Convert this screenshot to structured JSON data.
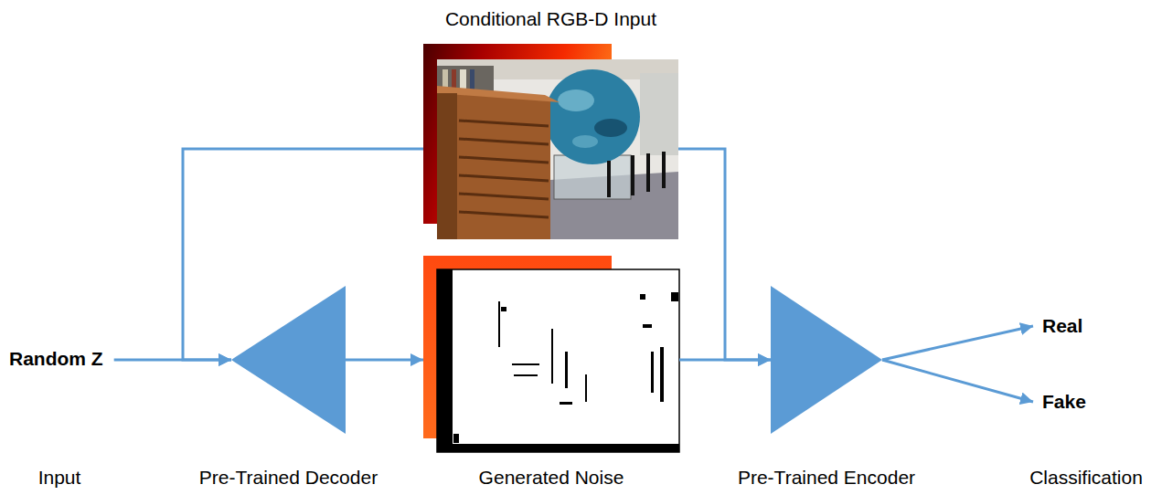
{
  "diagram": {
    "nodes": [
      {
        "text": [
          "Random Z"
        ]
      },
      {
        "text": [
          "Pre-Trained Decoder"
        ]
      },
      {
        "text": [
          "Conditional RGB-D Input"
        ]
      },
      {
        "text": [
          "Generated Noise"
        ]
      },
      {
        "text": [
          "Pre-Trained Encoder"
        ]
      },
      {
        "text": [
          "Real"
        ]
      },
      {
        "text": [
          "Fake"
        ]
      }
    ],
    "edges": [
      {
        "from": 0,
        "to": 1,
        "arrow": "to"
      },
      {
        "from": 2,
        "to": 1,
        "arrow": "to"
      },
      {
        "from": 1,
        "to": 3,
        "arrow": "to"
      },
      {
        "from": 3,
        "to": 4,
        "arrow": "to"
      },
      {
        "from": 2,
        "to": 4,
        "arrow": "to"
      },
      {
        "from": 4,
        "to": 5,
        "arrow": "to"
      },
      {
        "from": 4,
        "to": 6,
        "arrow": "to"
      }
    ],
    "labels": [
      "Input",
      "Classification"
    ]
  }
}
